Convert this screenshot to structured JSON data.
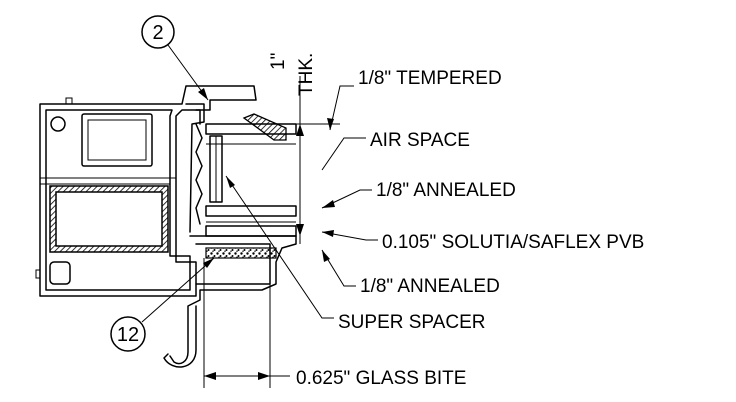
{
  "labels": {
    "tempered": "1/8\" TEMPERED",
    "air_space": "AIR SPACE",
    "annealed_1": "1/8\" ANNEALED",
    "pvb": "0.105\" SOLUTIA/SAFLEX PVB",
    "annealed_2": "1/8\" ANNEALED",
    "spacer": "SUPER SPACER",
    "glass_bite": "0.625\" GLASS BITE",
    "thickness_value": "1\"",
    "thickness_unit": "THK."
  },
  "callouts": {
    "top": "2",
    "bottom": "12"
  }
}
